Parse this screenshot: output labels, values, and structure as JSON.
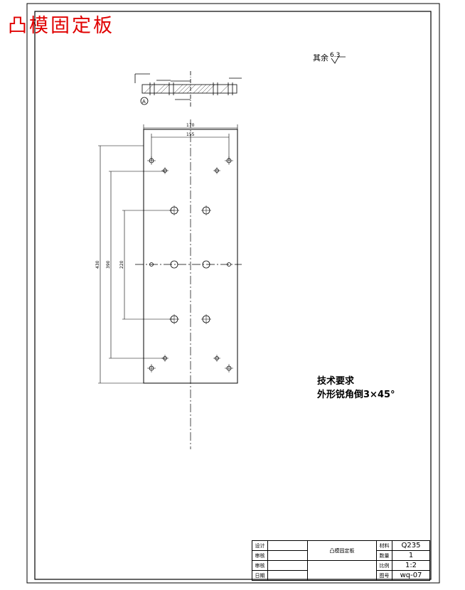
{
  "title": "凸模固定板",
  "surface_finish": {
    "label": "其余",
    "value": "6.3"
  },
  "tech_requirements": {
    "heading": "技术要求",
    "line1": "外形锐角倒3×45°"
  },
  "dimensions": {
    "width_outer": "170",
    "width_inner": "155",
    "height_outer": "430",
    "height_mid": "390",
    "height_inner": "220"
  },
  "section_view": {
    "marker": "A"
  },
  "title_block": {
    "drawn": "设计",
    "checked": "审核",
    "approved": "审核",
    "date": "日期",
    "part_name": "凸模固定板",
    "material_label": "材料",
    "material": "Q235",
    "quantity_label": "数量",
    "quantity": "1",
    "scale_label": "比例",
    "scale": "1:2",
    "drawing_no_label": "图号",
    "drawing_no": "wq-07"
  }
}
